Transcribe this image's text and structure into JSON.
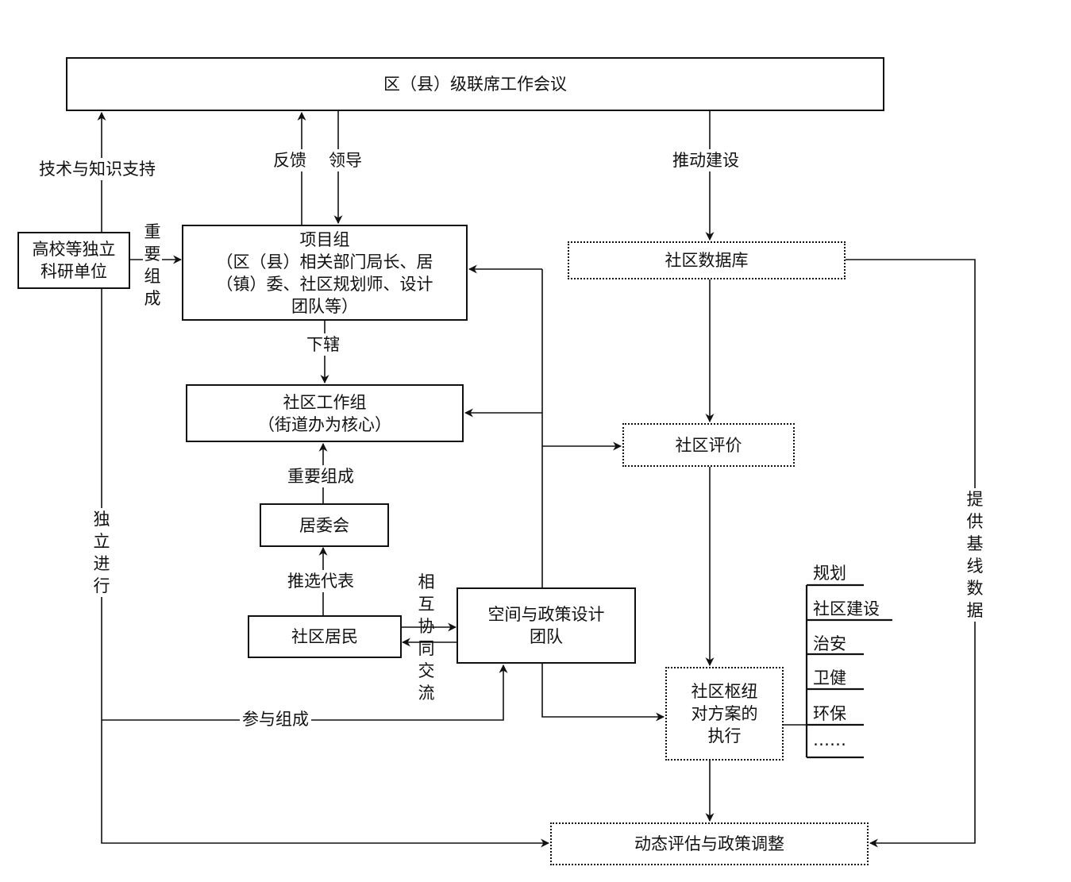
{
  "nodes": {
    "district_meeting": "区（县）级联席工作会议",
    "university": [
      "高校等独立",
      "科研单位"
    ],
    "project_team": [
      "项目组",
      "（区（县）相关部门局长、居",
      "（镇）委、社区规划师、设计",
      "团队等）"
    ],
    "community_work_group": [
      "社区工作组",
      "（街道办为核心）"
    ],
    "residents_committee": "居委会",
    "community_residents": "社区居民",
    "design_team": [
      "空间与政策设计",
      "团队"
    ],
    "community_database": "社区数据库",
    "community_evaluation": "社区评价",
    "hub_execution": [
      "社区枢纽",
      "对方案的",
      "执行"
    ],
    "dynamic_adjustment": "动态评估与政策调整"
  },
  "edge_labels": {
    "tech_support": "技术与知识支持",
    "feedback": "反馈",
    "lead": "领导",
    "promote_build": "推动建设",
    "important_compose_v": "重要组成",
    "subordinate": "下辖",
    "important_compose": "重要组成",
    "elect_rep": "推选代表",
    "mutual_exchange": "相互协同交流",
    "independent": "独立进行",
    "participate": "参与组成",
    "baseline": "提供基线数据"
  },
  "domains": [
    "规划",
    "社区建设",
    "治安",
    "卫健",
    "环保",
    "……"
  ]
}
